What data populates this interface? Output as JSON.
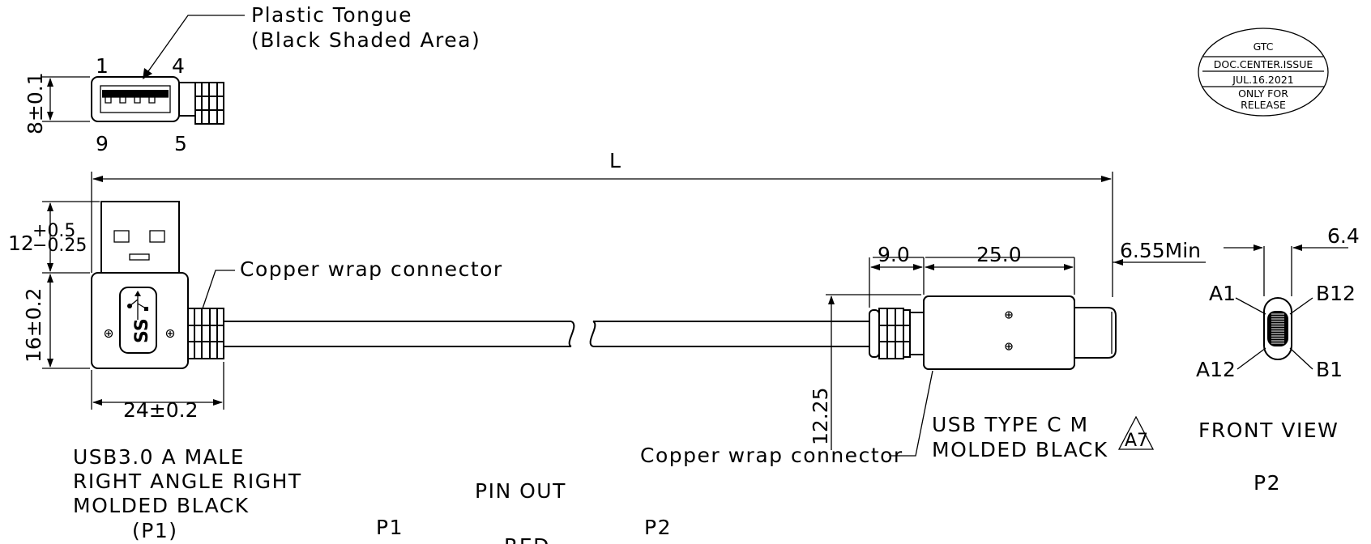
{
  "labels": {
    "plastic_tongue_1": "Plastic Tongue",
    "plastic_tongue_2": "(Black Shaded Area)",
    "pin_1": "1",
    "pin_4": "4",
    "pin_9": "9",
    "pin_5": "5",
    "dim_8": "8±0.1",
    "dim_length": "L",
    "dim_12_base": "12",
    "dim_12_plus": "+0.5",
    "dim_12_minus": "−0.25",
    "dim_16": "16±0.2",
    "dim_24": "24±0.2",
    "copper_wrap_top": "Copper wrap connector",
    "copper_wrap_bottom": "Copper wrap connector",
    "dim_9": "9.0",
    "dim_25": "25.0",
    "dim_655": "6.55Min",
    "dim_64": "6.4",
    "dim_1225": "12.25",
    "usb_a_1": "USB3.0 A MALE",
    "usb_a_2": "RIGHT ANGLE RIGHT",
    "usb_a_3": "MOLDED BLACK",
    "usb_a_4": "(P1)",
    "usb_c_1": "USB TYPE C M",
    "usb_c_2": "MOLDED BLACK",
    "revision": "A7",
    "front_view": "FRONT VIEW",
    "p2_front": "P2",
    "pin_out": "PIN OUT",
    "p1": "P1",
    "p2": "P2",
    "red_cut": "RED",
    "a1": "A1",
    "b12": "B12",
    "a12": "A12",
    "b1": "B1",
    "usb_logo": "SS"
  },
  "stamp": {
    "line1": "GTC",
    "line2": "DOC.CENTER.ISSUE",
    "line3": "JUL.16.2021",
    "line4": "ONLY FOR",
    "line5": "RELEASE"
  }
}
